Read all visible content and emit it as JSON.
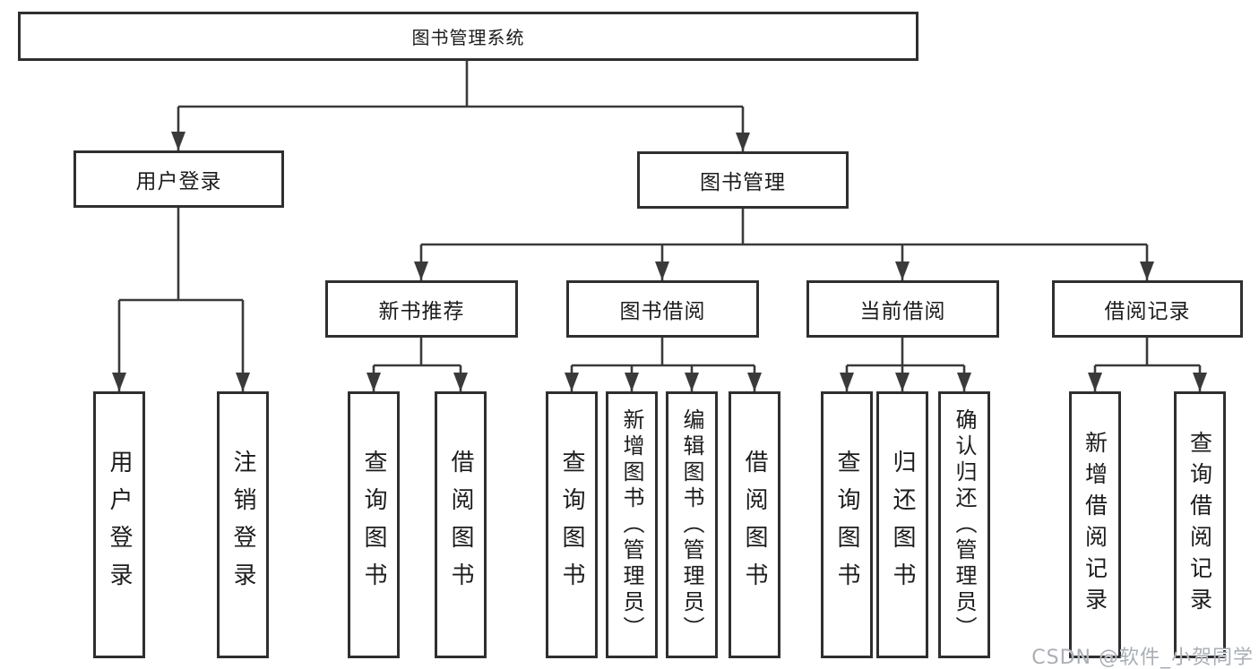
{
  "tree": {
    "root": {
      "label": "图书管理系统",
      "children": [
        {
          "label": "用户登录",
          "children": [
            {
              "label": "用户登录"
            },
            {
              "label": "注销登录"
            }
          ]
        },
        {
          "label": "图书管理",
          "children": [
            {
              "label": "新书推荐",
              "children": [
                {
                  "label": "查询图书"
                },
                {
                  "label": "借阅图书"
                }
              ]
            },
            {
              "label": "图书借阅",
              "children": [
                {
                  "label": "查询图书"
                },
                {
                  "label": "新增图书（管理员）"
                },
                {
                  "label": "编辑图书（管理员）"
                },
                {
                  "label": "借阅图书"
                }
              ]
            },
            {
              "label": "当前借阅",
              "children": [
                {
                  "label": "查询图书"
                },
                {
                  "label": "归还图书"
                },
                {
                  "label": "确认归还（管理员）"
                }
              ]
            },
            {
              "label": "借阅记录",
              "children": [
                {
                  "label": "新增借阅记录"
                },
                {
                  "label": "查询借阅记录"
                }
              ]
            }
          ]
        }
      ]
    }
  },
  "watermark": {
    "text": "CSDN @软件_小贺同学"
  },
  "colors": {
    "line_color": "#3a3a3a",
    "box_border_color": "#2f2f2f",
    "text_color": "#1c1c1c",
    "watermark_color": "#a9aeb6",
    "background_color": "#ffffff"
  }
}
